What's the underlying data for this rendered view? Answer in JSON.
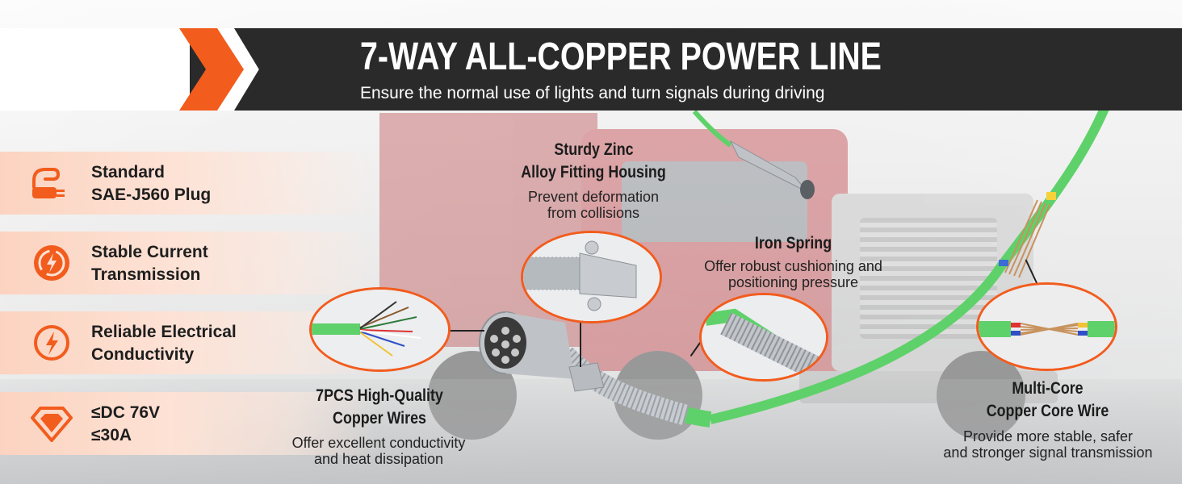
{
  "header": {
    "title": "7-WAY ALL-COPPER POWER LINE",
    "subtitle": "Ensure the normal use of lights and turn signals during driving"
  },
  "features": [
    {
      "icon": "plug-icon",
      "line1": "Standard",
      "line2": "SAE-J560 Plug"
    },
    {
      "icon": "current-cycle-icon",
      "line1": "Stable Current",
      "line2": "Transmission"
    },
    {
      "icon": "lightning-shield-icon",
      "line1": "Reliable Electrical",
      "line2": "Conductivity"
    },
    {
      "icon": "diamond-icon",
      "line1": "≤DC 76V",
      "line2": "≤30A"
    }
  ],
  "callouts": {
    "housing": {
      "title1": "Sturdy Zinc",
      "title2": "Alloy Fitting Housing",
      "desc1": "Prevent deformation",
      "desc2": "from collisions"
    },
    "spring": {
      "title1": "Iron Spring",
      "desc1": "Offer robust cushioning and",
      "desc2": "positioning pressure"
    },
    "wires": {
      "title1": "7PCS High-Quality",
      "title2": "Copper Wires",
      "desc1": "Offer excellent conductivity",
      "desc2": "and heat dissipation"
    },
    "core": {
      "title1": "Multi-Core",
      "title2": "Copper Core Wire",
      "desc1": "Provide more stable, safer",
      "desc2": "and stronger signal transmission"
    }
  },
  "colors": {
    "accent": "#f25c1d",
    "header_bg": "#2a2a2a",
    "cable_green": "#5fd16a"
  }
}
